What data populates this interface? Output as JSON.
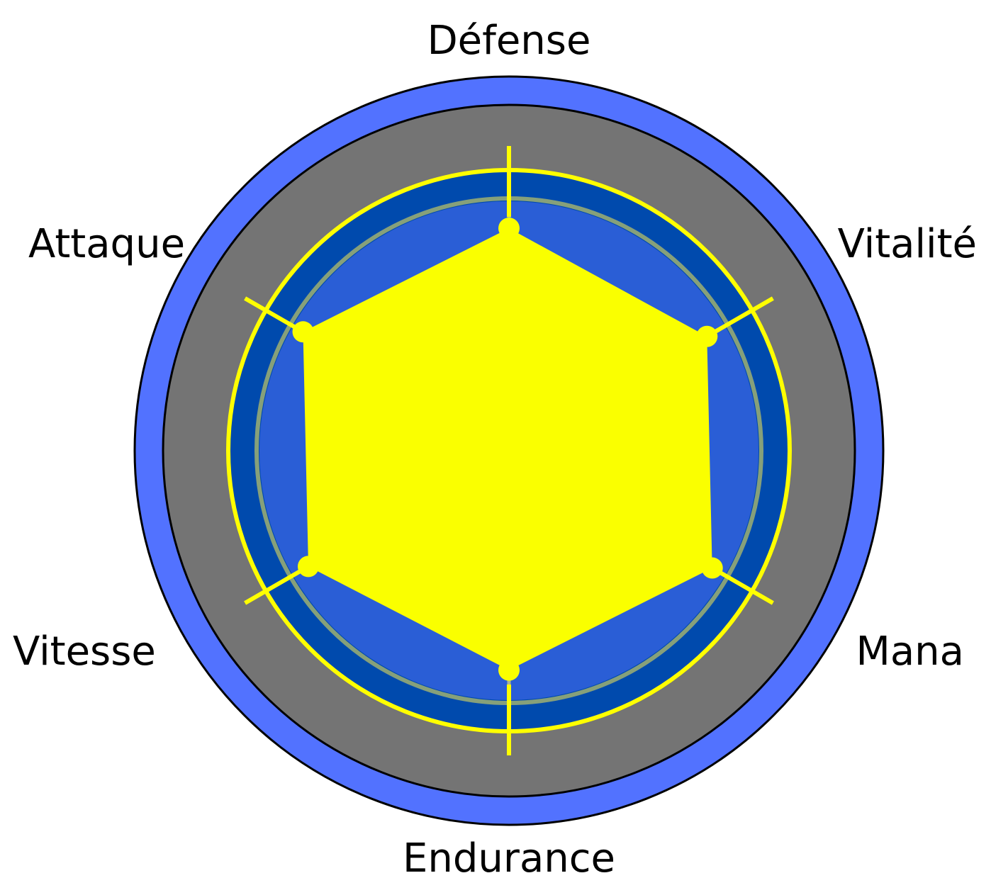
{
  "stats": [
    {
      "key": "defense",
      "label": "Défense",
      "value": 0.73
    },
    {
      "key": "vitalite",
      "label": "Vitalité",
      "value": 0.75
    },
    {
      "key": "mana",
      "label": "Mana",
      "value": 0.77
    },
    {
      "key": "endurance",
      "label": "Endurance",
      "value": 0.72
    },
    {
      "key": "vitesse",
      "label": "Vitesse",
      "value": 0.76
    },
    {
      "key": "attaque",
      "label": "Attaque",
      "value": 0.78
    }
  ],
  "colors": {
    "outer_ring": "#5272FF",
    "inner_ring": "#747474",
    "dark_blue_band": "#004AAD",
    "blue_fill": "#2A5ED6",
    "stat_fill": "#FAFF00",
    "guide_yellow": "#FFFF00",
    "guide_olive": "#86A07A",
    "axis_faded": "#A9B49A",
    "outline": "#000000"
  }
}
